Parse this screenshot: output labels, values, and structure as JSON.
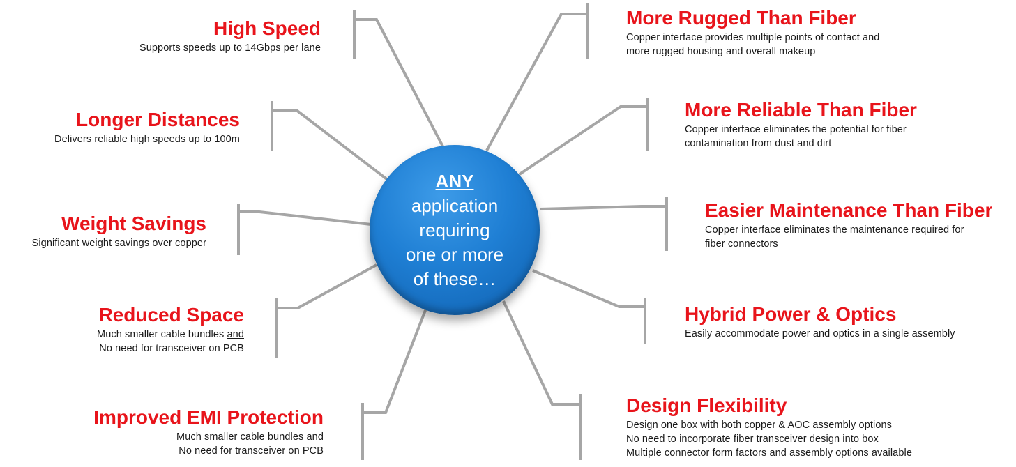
{
  "center": {
    "lines": [
      "ANY",
      "application",
      "requiring",
      "one or more",
      "of these…"
    ]
  },
  "colors": {
    "title_red": "#e8141b",
    "hub_blue": "#1f7fd4",
    "connector_gray": "#a6a6a6"
  },
  "items": {
    "high_speed": {
      "title": "High Speed",
      "desc": [
        "Supports speeds up to 14Gbps per lane"
      ]
    },
    "longer_distances": {
      "title": "Longer Distances",
      "desc": [
        "Delivers reliable high speeds up to 100m"
      ]
    },
    "weight_savings": {
      "title": "Weight Savings",
      "desc": [
        "Significant weight savings over copper"
      ]
    },
    "reduced_space": {
      "title": "Reduced Space",
      "desc_line1": "Much smaller cable bundles",
      "desc_line1_underlined": "and",
      "desc_line2": "No need for transceiver on PCB"
    },
    "improved_emi": {
      "title": "Improved EMI Protection",
      "desc_line1": "Much smaller cable bundles",
      "desc_line1_underlined": "and",
      "desc_line2": "No need for transceiver on PCB"
    },
    "more_rugged": {
      "title": "More Rugged Than Fiber",
      "desc": [
        "Copper interface provides multiple points of contact and",
        "more rugged housing and overall makeup"
      ]
    },
    "more_reliable": {
      "title": "More Reliable Than Fiber",
      "desc": [
        "Copper interface eliminates the potential for fiber",
        "contamination from dust and dirt"
      ]
    },
    "easier_maintenance": {
      "title": "Easier Maintenance Than Fiber",
      "desc": [
        "Copper interface eliminates the maintenance required for",
        "fiber connectors"
      ]
    },
    "hybrid_power": {
      "title": "Hybrid Power & Optics",
      "desc": [
        "Easily accommodate power and optics in a single assembly"
      ]
    },
    "design_flexibility": {
      "title": "Design Flexibility",
      "desc": [
        "Design one box with both copper & AOC assembly options",
        "No need to incorporate fiber transceiver design into box",
        "Multiple connector form factors and assembly options available"
      ]
    }
  }
}
